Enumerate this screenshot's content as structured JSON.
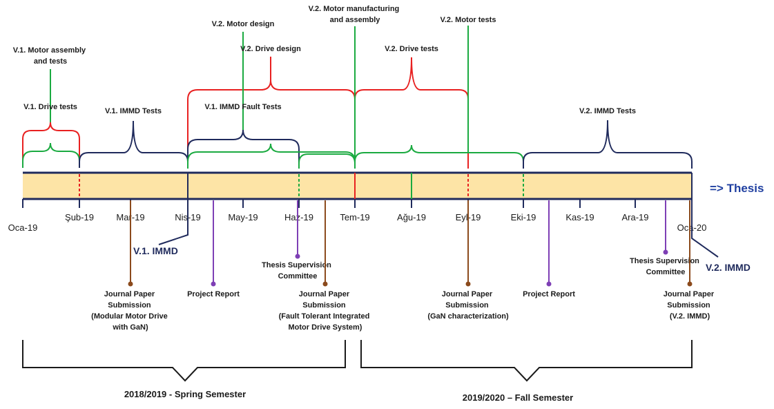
{
  "colors": {
    "bar_fill": "#fde4a6",
    "bar_stroke": "#1f2a5c",
    "v1_design": "#e82020",
    "v1_test": "#1aaa40",
    "immd": "#1f2a5c",
    "journal": "#8b4a1c",
    "report": "#7e3fb5",
    "thesis": "#1f3fa0"
  },
  "months": [
    "Oca-19",
    "Şub-19",
    "Mar-19",
    "Nis-19",
    "May-19",
    "Haz-19",
    "Tem-19",
    "Ağu-19",
    "Eyl-19",
    "Eki-19",
    "Kas-19",
    "Ara-19",
    "Oca-20"
  ],
  "thesis_label": "=> Thesis",
  "above": {
    "v1_motor_assembly": [
      "V.1. Motor assembly",
      "and tests"
    ],
    "v1_drive_tests": "V.1. Drive tests",
    "v1_immd_tests": "V.1. IMMD Tests",
    "v2_motor_design": "V.2. Motor design",
    "v2_drive_design": "V.2. Drive design",
    "v1_immd_fault_tests": "V.1. IMMD Fault Tests",
    "v2_motor_manufacturing": [
      "V.2. Motor manufacturing",
      "and assembly"
    ],
    "v2_drive_tests": "V.2. Drive tests",
    "v2_motor_tests": "V.2. Motor tests",
    "v2_immd_tests": "V.2. IMMD Tests"
  },
  "below": {
    "v1_immd": "V.1. IMMD",
    "v2_immd": "V.2. IMMD",
    "journal_1": [
      "Journal Paper",
      "Submission",
      "(Modular Motor Drive",
      "with GaN)"
    ],
    "project_report_1": "Project Report",
    "thesis_committee_1": [
      "Thesis Supervision",
      "Committee"
    ],
    "journal_2": [
      "Journal Paper",
      "Submission",
      "(Fault Tolerant Integrated",
      "Motor Drive System)"
    ],
    "journal_3": [
      "Journal Paper",
      "Submission",
      "(GaN characterization)"
    ],
    "project_report_2": "Project Report",
    "thesis_committee_2": [
      "Thesis Supervision",
      "Committee"
    ],
    "journal_4": [
      "Journal Paper",
      "Submission",
      "(V.2. IMMD)"
    ]
  },
  "semesters": {
    "spring": "2018/2019 - Spring Semester",
    "fall": "2019/2020 – Fall Semester"
  }
}
